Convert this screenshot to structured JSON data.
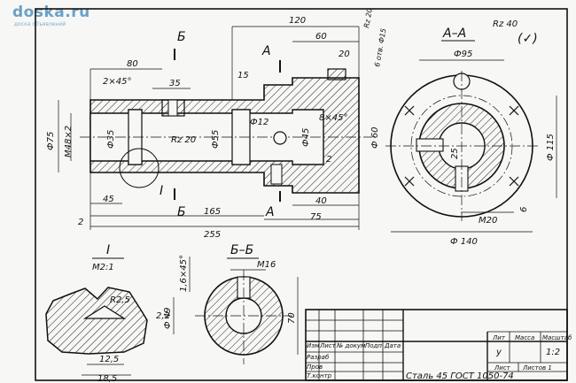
{
  "watermark": {
    "brand": "doska.ru",
    "tagline": "доска объявлений"
  },
  "section_views": {
    "view_aa_label": "A–A",
    "view_bb_label": "Б–Б",
    "detail_label": "I",
    "detail_scale": "M2:1",
    "roughness": "Rz 40",
    "roughness_check": "(✓)"
  },
  "main_view": {
    "cut_marker_b_top": "Б",
    "cut_marker_b_bottom": "Б",
    "cut_marker_a_top": "A",
    "cut_marker_a_bottom": "A",
    "detail_marker": "I",
    "dims": {
      "d120": "120",
      "d60": "60",
      "d80": "80",
      "d2x45": "2×45°",
      "d35": "35",
      "d15": "15",
      "d20": "20",
      "rz20_hole": "Rz 20",
      "hole_note": "6 отв. Ф15",
      "d75": "Ф75",
      "m48": "M48×2",
      "d35b": "Ф35",
      "rz20": "Rz 20",
      "d55": "Ф55",
      "d12": "Ф12",
      "d45": "Ф45",
      "d60b": "Ф 60",
      "chamfer8": "8×45°",
      "two": "2",
      "d45b": "45",
      "d165": "165",
      "d40": "40",
      "d75b": "75",
      "d255": "255",
      "two_b": "2"
    }
  },
  "view_aa": {
    "d95": "Ф95",
    "d115": "Ф 115",
    "d140": "Ф 140",
    "m20": "M20",
    "d25": "25",
    "d6": "6"
  },
  "detail_view": {
    "r25": "R2,5",
    "d22": "2,2",
    "d125": "12,5",
    "d185": "18,5"
  },
  "view_bb": {
    "d49": "Ф 49",
    "chamfer16": "1,6×45°",
    "m16": "M16",
    "d70": "70"
  },
  "title_block": {
    "hdr_izm": "Изм",
    "hdr_list": "Лист",
    "hdr_doc": "№ докум",
    "hdr_podp": "Подп",
    "hdr_date": "Дата",
    "row_razrab": "Разраб",
    "row_prov": "Пров",
    "row_tkontr": "Т.контр",
    "col_lit": "Лит",
    "col_massa": "Масса",
    "col_masshtab": "Масштаб",
    "lit_value": "у",
    "scale_value": "1:2",
    "list_label": "Лист",
    "listov_label": "Листов 1",
    "material": "Сталь 45 ГОСТ 1050-74"
  }
}
